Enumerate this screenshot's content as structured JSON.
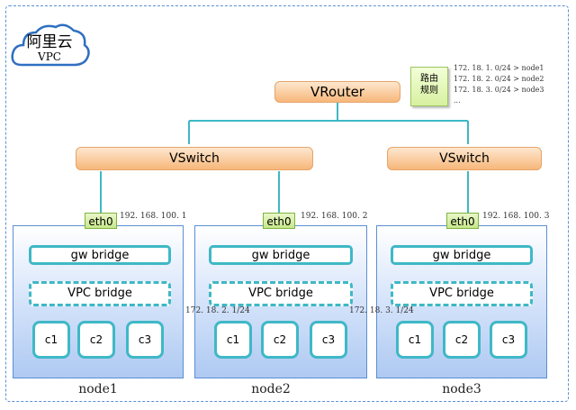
{
  "brand": {
    "line1": "阿里云",
    "line2": "VPC"
  },
  "vrouter": {
    "label": "VRouter"
  },
  "route_note": {
    "line1": "路由",
    "line2": "规则"
  },
  "routes": [
    "172. 18. 1. 0/24 > node1",
    "172. 18. 2. 0/24 > node2",
    "172. 18. 3. 0/24 > node3",
    "..."
  ],
  "vswitches": [
    "VSwitch",
    "VSwitch"
  ],
  "nodes": [
    {
      "eth": "eth0",
      "eth_ip": "192. 168. 100. 1",
      "gw": "gw bridge",
      "vpc": "VPC bridge",
      "bridge_ip": "",
      "containers": [
        "c1",
        "c2",
        "c3"
      ],
      "label": "node1"
    },
    {
      "eth": "eth0",
      "eth_ip": "192. 168. 100. 2",
      "gw": "gw bridge",
      "vpc": "VPC bridge",
      "bridge_ip": "172. 18. 2. 1/24",
      "containers": [
        "c1",
        "c2",
        "c3"
      ],
      "label": "node2"
    },
    {
      "eth": "eth0",
      "eth_ip": "192. 168. 100. 3",
      "gw": "gw bridge",
      "vpc": "VPC bridge",
      "bridge_ip": "172. 18. 3. 1/24",
      "containers": [
        "c1",
        "c2",
        "c3"
      ],
      "label": "node3"
    }
  ],
  "colors": {
    "link": "#3fb8c6",
    "veth": "#e05a7a",
    "orange": "#f7b77a",
    "frame": "#5b8fd6"
  }
}
